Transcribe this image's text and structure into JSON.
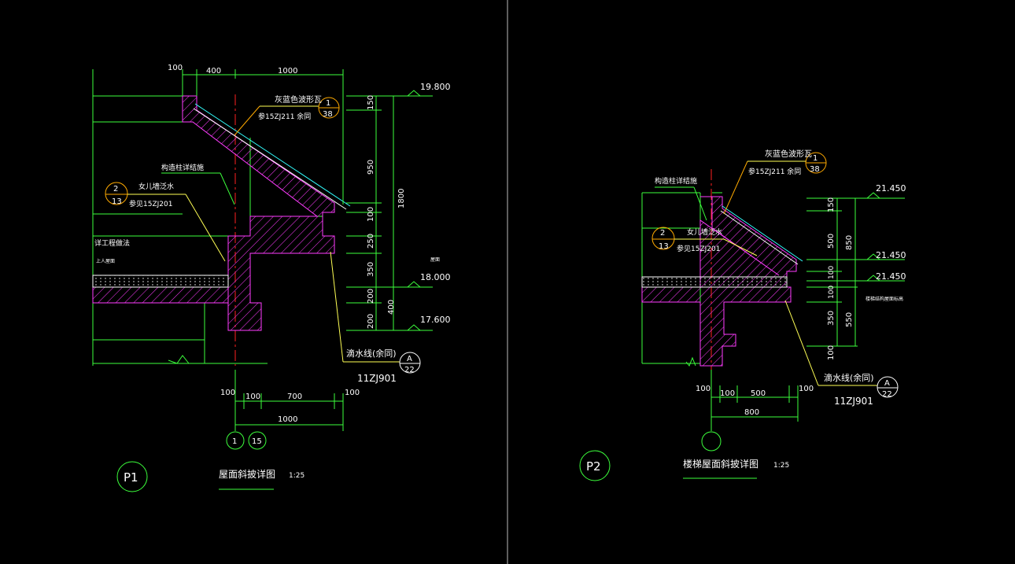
{
  "colors": {
    "background": "#000000",
    "line_green": "#3cff3c",
    "line_yellow": "#ffff55",
    "line_magenta": "#ff3cff",
    "line_red": "#ff2020",
    "line_orange": "#ffaa00",
    "line_cyan": "#33ffff",
    "text": "#ffffff"
  },
  "p1": {
    "tag": "P1",
    "title": "屋面斜披详图",
    "scale": "1:25",
    "top_dims": [
      "100",
      "400",
      "1000"
    ],
    "bottom_dims": [
      "100",
      "100",
      "700",
      "100",
      "1000"
    ],
    "right_dims": [
      "150",
      "950",
      "1800",
      "100",
      "250",
      "350",
      "200",
      "200",
      "400"
    ],
    "elevations": [
      "19.800",
      "18.000",
      "17.600"
    ],
    "note_tile": "灰蓝色波形瓦",
    "note_tile_ref": "参15ZJ211  余同",
    "note_tile_circle": [
      "1",
      "38"
    ],
    "note_parapet": "女儿墙泛水",
    "note_parapet_ref": "参见15ZJ201",
    "note_parapet_circle": [
      "2",
      "13"
    ],
    "note_structure": "构造柱详结施",
    "note_engineering": "详工程做法",
    "note_roof": "上人屋面",
    "note_drip": "滴水线(余同)",
    "note_drip_circle": [
      "A",
      "22"
    ],
    "note_drip_ref": "11ZJ901",
    "axis_circles": [
      "1",
      "15"
    ],
    "small_label": "屋面"
  },
  "p2": {
    "tag": "P2",
    "title": "楼梯屋面斜披详图",
    "scale": "1:25",
    "bottom_dims": [
      "100",
      "100",
      "500",
      "100",
      "800"
    ],
    "right_dims": [
      "150",
      "500",
      "850",
      "100",
      "100",
      "350",
      "550",
      "100"
    ],
    "elevations": [
      "21.450",
      "21.450",
      "21.450"
    ],
    "note_tile": "灰蓝色波形瓦",
    "note_tile_ref": "参15ZJ211  余同",
    "note_tile_circle": [
      "1",
      "38"
    ],
    "note_parapet": "女儿墙泛水",
    "note_parapet_ref": "参见15ZJ201",
    "note_parapet_circle": [
      "2",
      "13"
    ],
    "note_structure": "构造柱详结施",
    "note_drip": "滴水线(余同)",
    "note_drip_circle": [
      "A",
      "22"
    ],
    "note_drip_ref": "11ZJ901",
    "small_label": "楼梯结构屋面标高"
  }
}
